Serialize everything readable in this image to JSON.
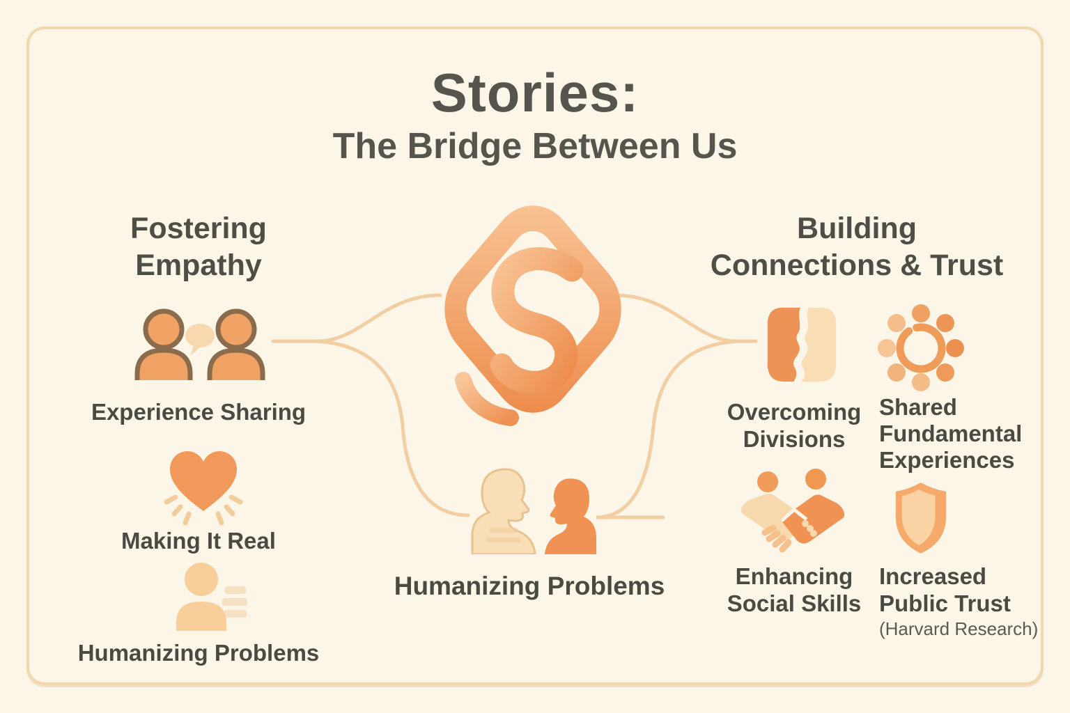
{
  "title": {
    "line1": "Stories:",
    "line2": "The Bridge Between Us"
  },
  "left_section": {
    "heading_lines": [
      "Fostering",
      "Empathy"
    ],
    "items": [
      {
        "label": "Experience Sharing",
        "icon": "two-people-chat-icon"
      },
      {
        "label": "Making It Real",
        "icon": "radiant-heart-icon"
      },
      {
        "label": "Humanizing Problems",
        "icon": "person-list-icon"
      }
    ]
  },
  "center": {
    "logo_icon": "interlocked-s-logo",
    "figures_icon": "two-profiles-facing-icon",
    "caption": "Humanizing Problems"
  },
  "right_section": {
    "heading_lines": [
      "Building",
      "Connections & Trust"
    ],
    "items": [
      {
        "lines": [
          "Overcoming",
          "Divisions"
        ],
        "icon": "split-faces-icon"
      },
      {
        "lines": [
          "Shared",
          "Fundamental",
          "Experiences"
        ],
        "icon": "round-table-people-icon"
      },
      {
        "lines": [
          "Enhancing",
          "Social Skills"
        ],
        "icon": "handshake-icon"
      },
      {
        "lines": [
          "Increased",
          "Public Trust"
        ],
        "subtext": "(Harvard Research)",
        "icon": "shield-icon"
      }
    ]
  },
  "colors": {
    "background": "#FCF6E9",
    "panel_border": "#F3D7AC",
    "title_text": "#56554D",
    "heading_text": "#4E4D46",
    "label_text": "#4B4A42",
    "accent_orange": "#EF9254",
    "accent_orange_light": "#F8DCB2",
    "people_outline_brown": "#8A6B4C",
    "connector_line": "#F2CFA3"
  }
}
